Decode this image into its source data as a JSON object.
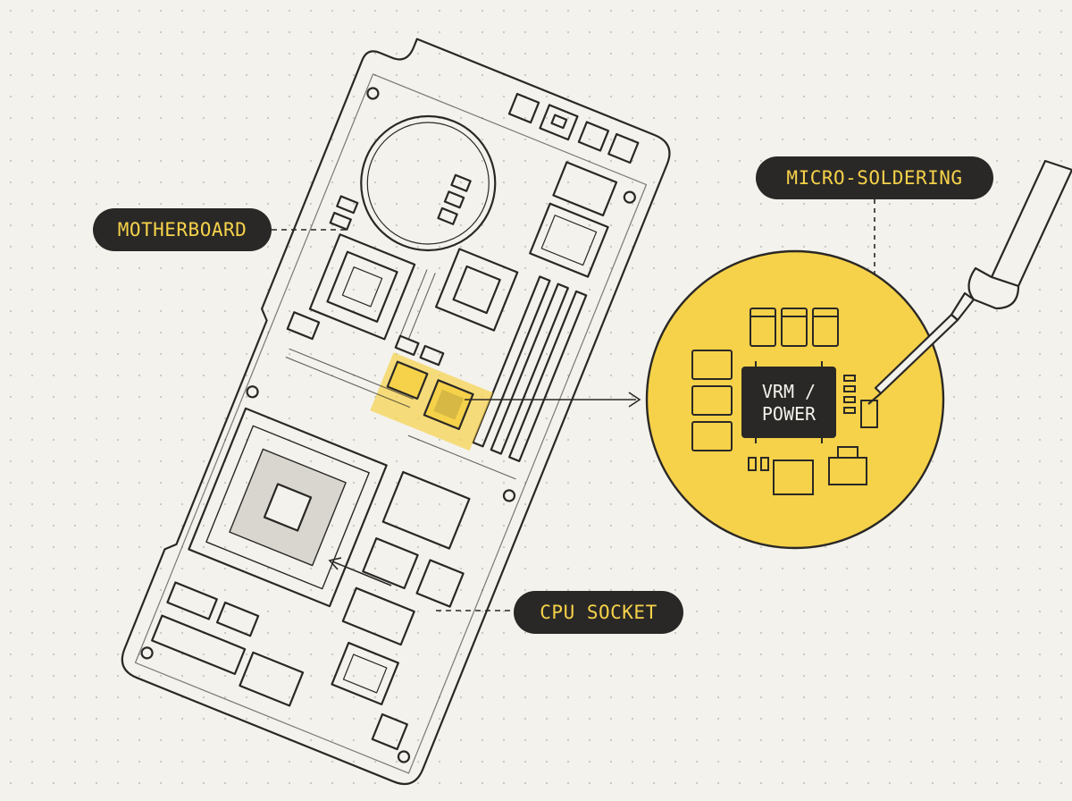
{
  "labels": {
    "motherboard": "MOTHERBOARD",
    "micro_soldering": "MICRO-SOLDERING",
    "cpu_socket": "CPU SOCKET"
  },
  "zoom_chip": {
    "line1": "VRM /",
    "line2": "POWER"
  },
  "colors": {
    "background": "#f3f2ec",
    "ink": "#2a2826",
    "accent_yellow": "#f6d24a",
    "pill_bg": "#2a2826"
  },
  "icons": [
    "motherboard-outline",
    "cpu-socket",
    "vrm-chip",
    "soldering-iron",
    "magnifier-circle"
  ]
}
